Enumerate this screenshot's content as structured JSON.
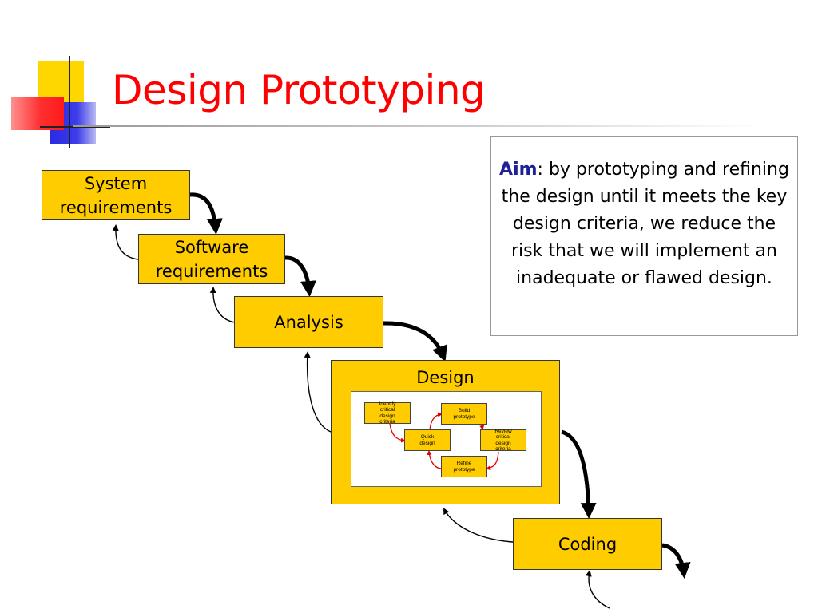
{
  "title": "Design Prototyping",
  "colors": {
    "title": "#ff0000",
    "box_fill": "#ffcc00",
    "aim_label": "#1f1f99",
    "inner_arrow": "#e00000"
  },
  "stages": {
    "system_requirements": "System\nrequirements",
    "software_requirements": "Software\nrequirements",
    "analysis": "Analysis",
    "design": "Design",
    "coding": "Coding"
  },
  "prototype_cycle": {
    "identify": "Identify\ncritical\ndesign\ncriteria",
    "build": "Build\nprototype",
    "quick": "Quick\ndesign",
    "review": "Review\ncritical\ndesign\ncriteria",
    "refine": "Refine\nprototype"
  },
  "aim": {
    "label": "Aim",
    "text": ": by prototyping and refining the design until it meets the key design criteria, we reduce the risk that we will implement an inadequate or flawed design."
  }
}
